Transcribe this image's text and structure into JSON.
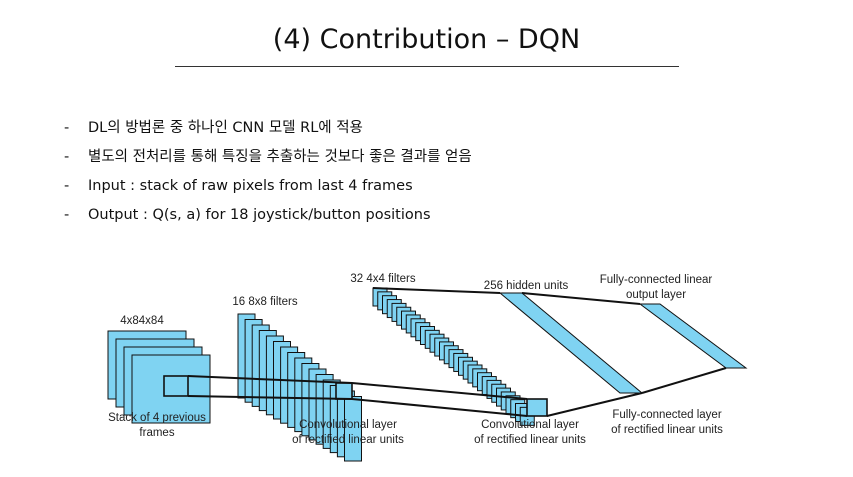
{
  "slide": {
    "title": "(4) Contribution – DQN",
    "bullets": [
      {
        "marker": "-",
        "text": "DL의 방법론 중 하나인 CNN 모델 RL에 적용"
      },
      {
        "marker": "-",
        "text": "별도의 전처리를 통해 특징을 추출하는 것보다 좋은 결과를 얻음"
      },
      {
        "marker": "-",
        "text": "Input : stack of raw pixels from last 4 frames"
      },
      {
        "marker": "-",
        "text": "Output : Q(s, a) for 18 joystick/button positions"
      }
    ]
  },
  "diagram": {
    "input_size": "4x84x84",
    "input_caption_1": "Stack of 4 previous",
    "input_caption_2": "frames",
    "conv1_filters": "16 8x8 filters",
    "conv1_caption_1": "Convolutional layer",
    "conv1_caption_2": "of rectified linear units",
    "conv2_filters": "32 4x4 filters",
    "conv2_caption_1": "Convolutional layer",
    "conv2_caption_2": "of rectified linear units",
    "hidden_units": "256 hidden units",
    "fc_caption_1": "Fully-connected layer",
    "fc_caption_2": "of rectified linear units",
    "out_caption_1": "Fully-connected linear",
    "out_caption_2": "output layer",
    "fill_color": "#7fd3f2",
    "stroke_color": "#111111"
  }
}
